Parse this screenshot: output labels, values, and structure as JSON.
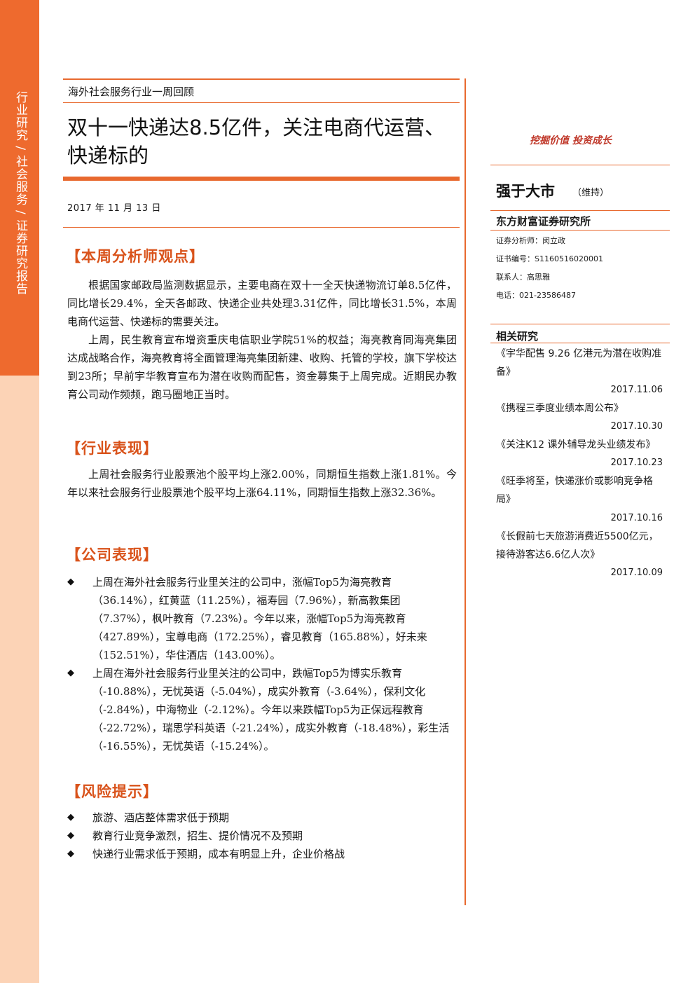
{
  "sidebar": {
    "vertical_text": "行业研究 / 社会服务 / 证券研究报告"
  },
  "header": {
    "series": "海外社会服务行业一周回顾",
    "title": "双十一快递达8.5亿件，关注电商代运营、快递标的",
    "date": "2017 年 11 月 13 日"
  },
  "sections": {
    "viewpoint": {
      "heading": "【本周分析师观点】",
      "paragraphs": [
        "根据国家邮政局监测数据显示，主要电商在双十一全天快递物流订单8.5亿件，同比增长29.4%，全天各邮政、快递企业共处理3.31亿件，同比增长31.5%，本周电商代运营、快递标的需要关注。",
        "上周，民生教育宣布增资重庆电信职业学院51%的权益；海亮教育同海亮集团达成战略合作，海亮教育将全面管理海亮集团新建、收购、托管的学校，旗下学校达到23所；早前宇华教育宣布为潜在收购而配售，资金募集于上周完成。近期民办教育公司动作频频，跑马圈地正当时。"
      ]
    },
    "industry": {
      "heading": "【行业表现】",
      "paragraphs": [
        "上周社会服务行业股票池个股平均上涨2.00%，同期恒生指数上涨1.81%。今年以来社会服务行业股票池个股平均上涨64.11%，同期恒生指数上涨32.36%。"
      ]
    },
    "company": {
      "heading": "【公司表现】",
      "bullets": [
        "上周在海外社会服务行业里关注的公司中，涨幅Top5为海亮教育（36.14%），红黄蓝（11.25%），福寿园（7.96%），新高教集团（7.37%），枫叶教育（7.23%）。今年以来，涨幅Top5为海亮教育（427.89%），宝尊电商（172.25%），睿见教育（165.88%），好未来（152.51%），华住酒店（143.00%）。",
        "上周在海外社会服务行业里关注的公司中，跌幅Top5为博实乐教育（-10.88%），无忧英语（-5.04%），成实外教育（-3.64%），保利文化（-2.84%），中海物业（-2.12%）。今年以来跌幅Top5为正保远程教育（-22.72%），瑞思学科英语（-21.24%），成实外教育（-18.48%），彩生活（-16.55%），无忧英语（-15.24%）。"
      ]
    },
    "risk": {
      "heading": "【风险提示】",
      "bullets": [
        "旅游、酒店整体需求低于预期",
        "教育行业竞争激烈，招生、提价情况不及预期",
        "快递行业需求低于预期，成本有明显上升，企业价格战"
      ]
    }
  },
  "right": {
    "motto": "挖掘价值 投资成长",
    "rating": "强于大市",
    "rating_note": "（维持）",
    "institute": "东方财富证券研究所",
    "analyst": "证券分析师：闵立政",
    "cert": "证书编号：S1160516020001",
    "contact": "联系人：高思雅",
    "phone": "电话：021-23586487",
    "related_heading": "相关研究",
    "related": [
      {
        "title": "《宇华配售 9.26 亿港元为潜在收购准备》",
        "date": "2017.11.06"
      },
      {
        "title": "《携程三季度业绩本周公布》",
        "date": "2017.10.30"
      },
      {
        "title": "《关注K12 课外辅导龙头业绩发布》",
        "date": "2017.10.23"
      },
      {
        "title": "《旺季将至，快递涨价或影响竞争格局》",
        "date": "2017.10.16"
      },
      {
        "title": "《长假前七天旅游消费近5500亿元，接待游客达6.6亿人次》",
        "date": "2017.10.09"
      }
    ]
  },
  "colors": {
    "accent": "#e8692e",
    "band_top": "#ee6a2e",
    "band_bottom": "#fcd3b6",
    "heading_red": "#d9531b"
  }
}
